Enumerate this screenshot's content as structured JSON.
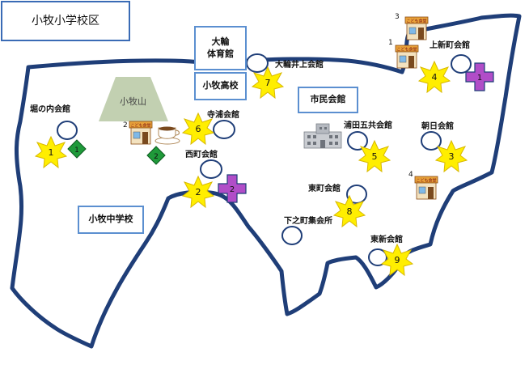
{
  "title": "小牧小学校区",
  "facilities": {
    "owa_gym": [
      "大輪",
      "体育館"
    ],
    "komaki_high": "小牧高校",
    "city_hall": "市民会館",
    "komaki_middle": "小牧中学校",
    "mountain": "小牧山"
  },
  "halls": [
    {
      "id": "horinouchi",
      "name": "堀の内会館"
    },
    {
      "id": "oowa_inoue",
      "name": "大輪井上会館"
    },
    {
      "id": "kamishinmachi",
      "name": "上新町会館"
    },
    {
      "id": "teraura",
      "name": "寺浦会館"
    },
    {
      "id": "nishimachi",
      "name": "西町会館"
    },
    {
      "id": "urata_gokyou",
      "name": "浦田五共会館"
    },
    {
      "id": "asahi",
      "name": "朝日会館"
    },
    {
      "id": "higashimachi",
      "name": "東町会館"
    },
    {
      "id": "shimonomachi",
      "name": "下之町集会所"
    },
    {
      "id": "higashishin",
      "name": "東新会館"
    }
  ],
  "stars": [
    "1",
    "2",
    "3",
    "4",
    "5",
    "6",
    "7",
    "8",
    "9"
  ],
  "crosses": [
    "1",
    "2"
  ],
  "diamonds": [
    "1",
    "2"
  ],
  "kodomo_shokudo": {
    "sign": "こども食堂",
    "numbers": [
      "1",
      "2",
      "3",
      "4"
    ]
  },
  "colors": {
    "boundary": "#1f3e78",
    "star": "#ffee00",
    "cross": "#b14dc8",
    "diamond": "#1f9a3a",
    "box_border": "#5b8fd0",
    "hill": "#b7c8a3"
  }
}
